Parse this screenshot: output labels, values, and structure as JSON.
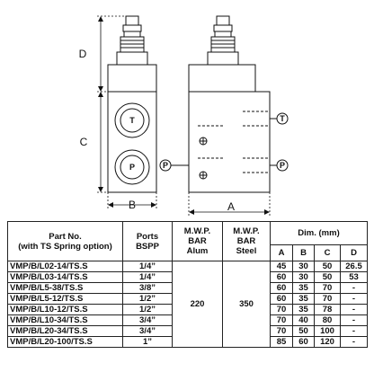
{
  "drawing": {
    "dim_labels": {
      "D": "D",
      "C": "C",
      "B": "B",
      "A": "A"
    },
    "port_labels": {
      "T": "T",
      "P": "P"
    }
  },
  "table": {
    "headers": {
      "part_no": [
        "Part No.",
        "(with TS Spring option)"
      ],
      "ports": [
        "Ports",
        "BSPP"
      ],
      "mwp_alum": [
        "M.W.P.",
        "BAR",
        "Alum"
      ],
      "mwp_steel": [
        "M.W.P.",
        "BAR",
        "Steel"
      ],
      "dim": "Dim. (mm)",
      "dim_cols": [
        "A",
        "B",
        "C",
        "D"
      ]
    },
    "mwp_alum_value": "220",
    "mwp_steel_value": "350",
    "rows": [
      {
        "part": "VMP/B/L02-14/TS.S",
        "port": "1/4”",
        "A": "45",
        "B": "30",
        "C": "50",
        "D": "26.5"
      },
      {
        "part": "VMP/B/L03-14/TS.S",
        "port": "1/4”",
        "A": "60",
        "B": "30",
        "C": "50",
        "D": "53"
      },
      {
        "part": "VMP/B/L5-38/TS.S",
        "port": "3/8”",
        "A": "60",
        "B": "35",
        "C": "70",
        "D": "-"
      },
      {
        "part": "VMP/B/L5-12/TS.S",
        "port": "1/2”",
        "A": "60",
        "B": "35",
        "C": "70",
        "D": "-"
      },
      {
        "part": "VMP/B/L10-12/TS.S",
        "port": "1/2”",
        "A": "70",
        "B": "35",
        "C": "78",
        "D": "-"
      },
      {
        "part": "VMP/B/L10-34/TS.S",
        "port": "3/4”",
        "A": "70",
        "B": "40",
        "C": "80",
        "D": "-"
      },
      {
        "part": "VMP/B/L20-34/TS.S",
        "port": "3/4”",
        "A": "70",
        "B": "50",
        "C": "100",
        "D": "-"
      },
      {
        "part": "VMP/B/L20-100/TS.S",
        "port": "1”",
        "A": "85",
        "B": "60",
        "C": "120",
        "D": "-"
      }
    ]
  }
}
